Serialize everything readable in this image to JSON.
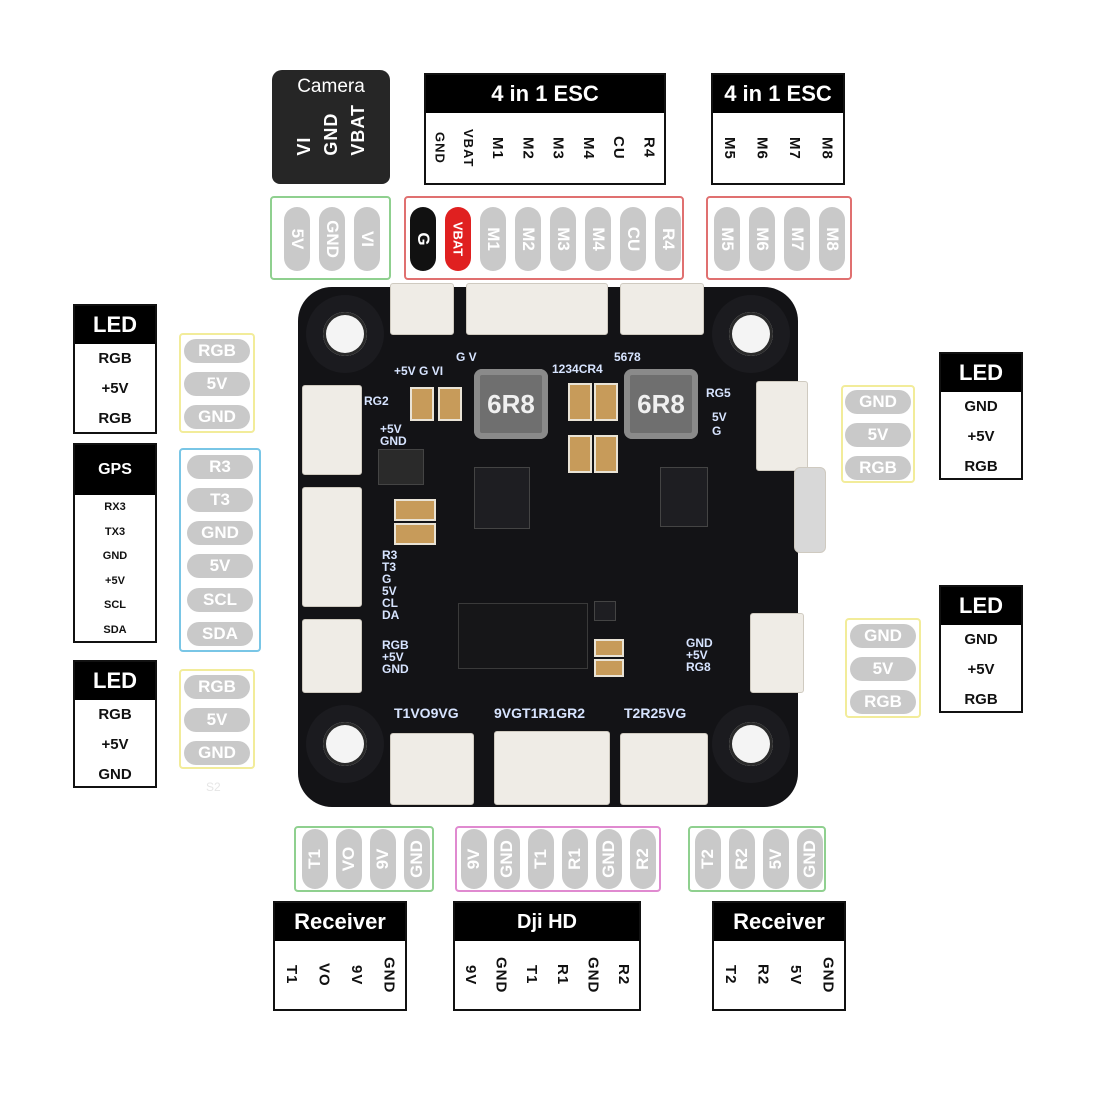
{
  "camera": {
    "title": "Camera",
    "pins": [
      "VBAT",
      "GND",
      "VI"
    ],
    "pads": [
      "5V",
      "GND",
      "VI"
    ]
  },
  "esc1": {
    "title": "4 in 1 ESC",
    "pins": [
      "GND",
      "VBAT",
      "M1",
      "M2",
      "M3",
      "M4",
      "CU",
      "R4"
    ],
    "pads": [
      "G",
      "VBAT",
      "M1",
      "M2",
      "M3",
      "M4",
      "CU",
      "R4"
    ]
  },
  "esc2": {
    "title": "4 in 1 ESC",
    "pins": [
      "M5",
      "M6",
      "M7",
      "M8"
    ],
    "pads": [
      "M5",
      "M6",
      "M7",
      "M8"
    ]
  },
  "led_left_top": {
    "title": "LED",
    "pins": [
      "RGB",
      "+5V",
      "RGB"
    ],
    "pads": [
      "RGB",
      "5V",
      "GND"
    ]
  },
  "gps": {
    "title": "GPS",
    "pins": [
      "RX3",
      "TX3",
      "GND",
      "+5V",
      "SCL",
      "SDA"
    ],
    "pads": [
      "R3",
      "T3",
      "GND",
      "5V",
      "SCL",
      "SDA"
    ]
  },
  "led_left_bottom": {
    "title": "LED",
    "pins": [
      "RGB",
      "+5V",
      "GND"
    ],
    "pads": [
      "RGB",
      "5V",
      "GND"
    ],
    "note": "S2"
  },
  "led_right_top": {
    "title": "LED",
    "pins": [
      "GND",
      "+5V",
      "RGB"
    ],
    "pads": [
      "GND",
      "5V",
      "RGB"
    ]
  },
  "led_right_bottom": {
    "title": "LED",
    "pins": [
      "GND",
      "+5V",
      "RGB"
    ],
    "pads": [
      "GND",
      "5V",
      "RGB"
    ]
  },
  "receiver_left": {
    "title": "Receiver",
    "pins": [
      "T1",
      "VO",
      "9V",
      "GND"
    ],
    "pads": [
      "T1",
      "VO",
      "9V",
      "GND"
    ]
  },
  "dji_hd": {
    "title": "Dji HD",
    "pins": [
      "9V",
      "GND",
      "T1",
      "R1",
      "GND",
      "R2"
    ],
    "pads": [
      "9V",
      "GND",
      "T1",
      "R1",
      "GND",
      "R2"
    ]
  },
  "receiver_right": {
    "title": "Receiver",
    "pins": [
      "T2",
      "R2",
      "5V",
      "GND"
    ],
    "pads": [
      "T2",
      "R2",
      "5V",
      "GND"
    ]
  },
  "board": {
    "inductor_left": "6R8",
    "inductor_right": "6R8",
    "silk_top_left": "+5V G VI",
    "silk_top_gv": "G V",
    "silk_top_esc": "1234CR4",
    "silk_top_esc2": "5678",
    "silk_rg2": "RG2",
    "silk_left_5v": "+5V",
    "silk_left_gnd": "GND",
    "silk_gps": [
      "R3",
      "T3",
      "G",
      "5V",
      "CL",
      "DA"
    ],
    "silk_led_left": [
      "RGB",
      "+5V",
      "GND"
    ],
    "silk_led_right_top": [
      "RG5",
      "5V",
      "G"
    ],
    "silk_led_right_bottom": [
      "GND",
      "+5V",
      "RG8"
    ],
    "silk_bottom_left": "T1VO9VG",
    "silk_bottom_mid": "9VGT1R1GR2",
    "silk_bottom_right": "T2R25VG"
  },
  "colors": {
    "green": "#8fd08f",
    "red": "#e07070",
    "yellow": "#f2ec9a",
    "blue": "#79c6e6",
    "pink": "#e08ad0",
    "pill": "#c9c9c9",
    "vbat_red": "#e02020"
  }
}
